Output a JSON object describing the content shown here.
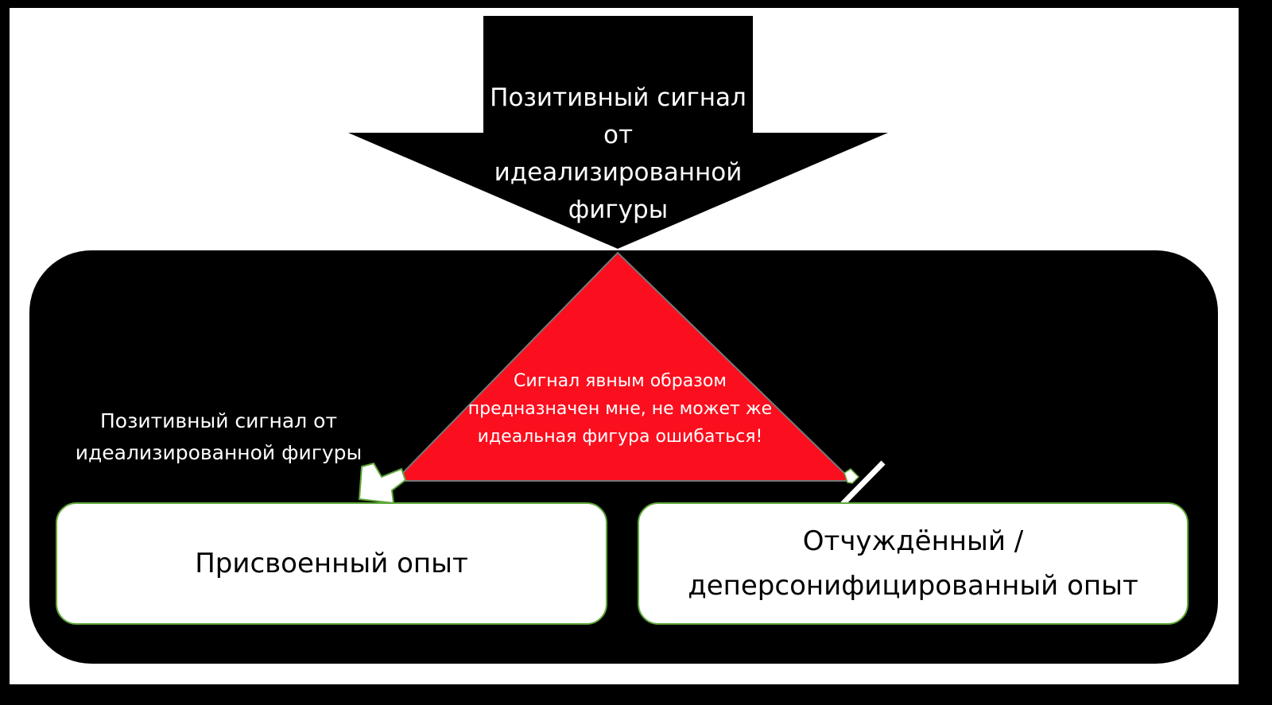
{
  "top_arrow": {
    "label": "Позитивный сигнал от идеализированной фигуры"
  },
  "triangle": {
    "label": "Сигнал явным образом предназначен мне, не может же идеальная фигура ошибаться!"
  },
  "side_label": "Позитивный сигнал от идеализированной фигуры",
  "boxes": {
    "left": "Присвоенный опыт",
    "right": "Отчуждённый / деперсонифицированный опыт"
  },
  "colors": {
    "triangle": "#fb0e1e",
    "box_border": "#5fa83a",
    "background": "#ffffff",
    "container": "#000000"
  }
}
